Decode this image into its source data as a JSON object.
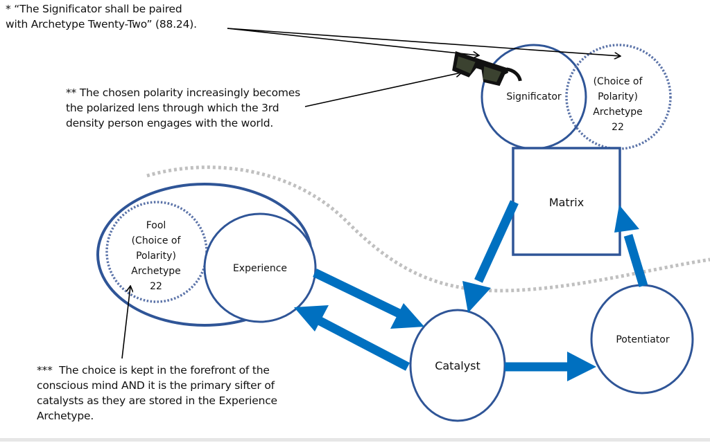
{
  "colors": {
    "node_outline": "#2f5597",
    "arrow_fill": "#0070c0",
    "polarity_dots": "#5b73a8",
    "boundary_dots": "#c0c0c0",
    "annotation_line": "#000000",
    "text": "#111111"
  },
  "annotations": {
    "note1": "* “The Significator shall be paired\nwith Archetype Twenty-Two” (88.24).",
    "note2": "** The chosen polarity increasingly becomes\nthe polarized lens through which the 3rd\ndensity person engages with the world.",
    "note3": "***  The choice is kept in the forefront of the\nconscious mind AND it is the primary sifter of\ncatalysts as they are stored in the Experience\nArchetype."
  },
  "nodes": {
    "significator": "Significator",
    "polarity_top": "(Choice of\nPolarity)\nArchetype\n22",
    "matrix": "Matrix",
    "fool": "Fool\n(Choice of\nPolarity)\nArchetype\n22",
    "experience": "Experience",
    "catalyst": "Catalyst",
    "potentiator": "Potentiator"
  },
  "icons": {
    "sunglasses": "sunglasses-icon"
  }
}
